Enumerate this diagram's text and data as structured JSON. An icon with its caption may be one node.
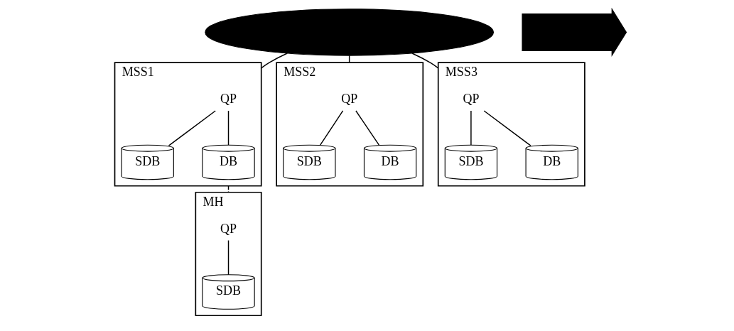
{
  "diagram": {
    "nodes": [
      {
        "text": [],
        "shape": "ellipse"
      },
      {
        "text": [
          "MSS1"
        ]
      },
      {
        "text": [
          "QP"
        ],
        "in": 1
      },
      {
        "text": [
          "SDB"
        ],
        "in": 1
      },
      {
        "text": [
          "DB"
        ],
        "in": 1
      },
      {
        "text": [
          "MSS2"
        ]
      },
      {
        "text": [
          "QP"
        ],
        "in": 5
      },
      {
        "text": [
          "SDB"
        ],
        "in": 5
      },
      {
        "text": [
          "DB"
        ],
        "in": 5
      },
      {
        "text": [
          "MSS3"
        ]
      },
      {
        "text": [
          "QP"
        ],
        "in": 9
      },
      {
        "text": [
          "SDB"
        ],
        "in": 9
      },
      {
        "text": [
          "DB"
        ],
        "in": 9
      },
      {
        "text": [
          "MH"
        ]
      },
      {
        "text": [
          "QP"
        ],
        "in": 13
      },
      {
        "text": [
          "SDB"
        ],
        "in": 13
      },
      {
        "text": [],
        "shape": "arrow"
      }
    ],
    "edges": [
      {
        "from": 0,
        "to": 1,
        "arrow": "none"
      },
      {
        "from": 0,
        "to": 5,
        "arrow": "none"
      },
      {
        "from": 0,
        "to": 9,
        "arrow": "none"
      },
      {
        "from": 2,
        "to": 3,
        "arrow": "none"
      },
      {
        "from": 2,
        "to": 4,
        "arrow": "none"
      },
      {
        "from": 6,
        "to": 7,
        "arrow": "none"
      },
      {
        "from": 6,
        "to": 8,
        "arrow": "none"
      },
      {
        "from": 10,
        "to": 11,
        "arrow": "none"
      },
      {
        "from": 10,
        "to": 12,
        "arrow": "none"
      },
      {
        "from": 1,
        "to": 13,
        "arrow": "none",
        "style": "dashed"
      },
      {
        "from": 14,
        "to": 15,
        "arrow": "none"
      }
    ]
  }
}
